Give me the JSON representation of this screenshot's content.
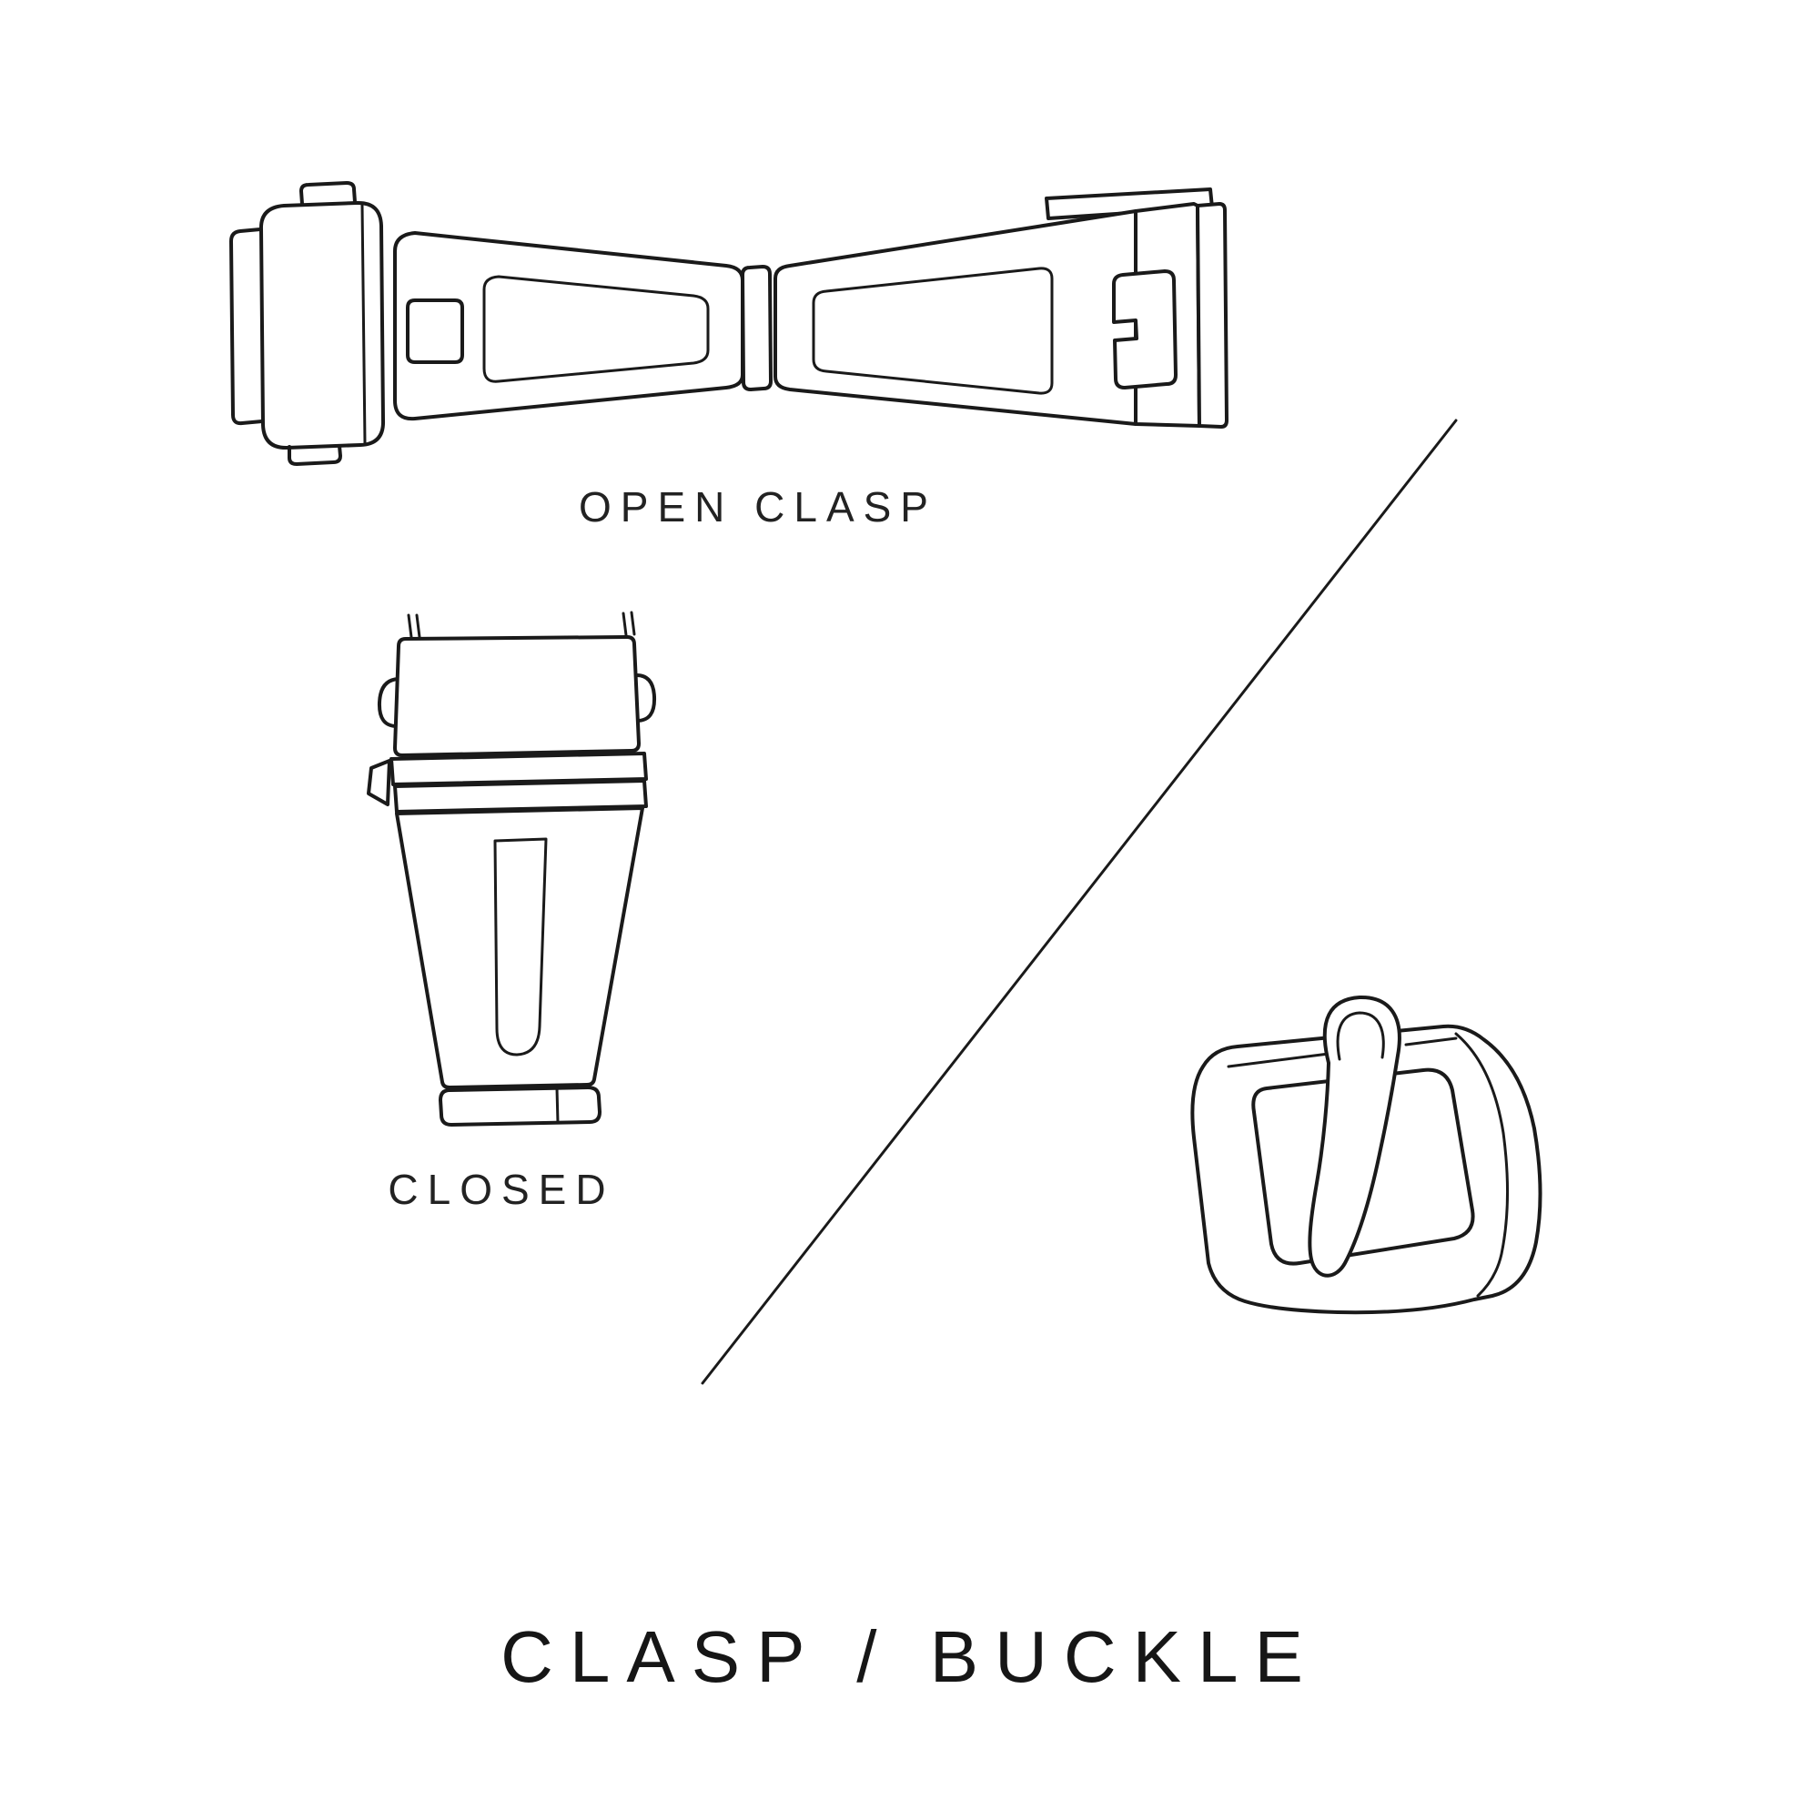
{
  "canvas": {
    "background": "#ffffff",
    "ink": "#1a1a1a"
  },
  "diagram": {
    "title": "CLASP / BUCKLE",
    "figures": [
      {
        "id": "open-clasp",
        "label": "OPEN CLASP"
      },
      {
        "id": "closed-clasp",
        "label": "CLOSED"
      },
      {
        "id": "pin-buckle",
        "label": ""
      }
    ]
  }
}
